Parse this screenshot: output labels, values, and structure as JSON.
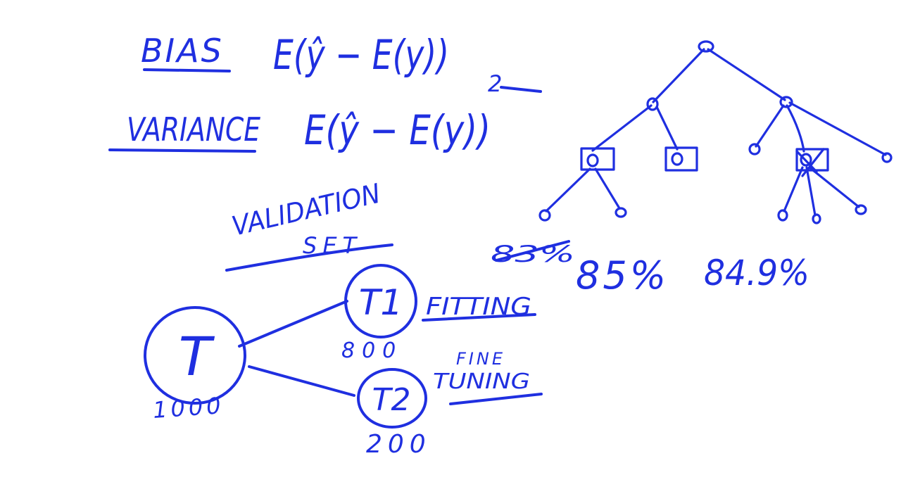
{
  "ink_color": "#1f2fe0",
  "background": "#ffffff",
  "formulas": {
    "bias_label": "BIAS",
    "bias_expr": "E(ŷ − E(y))",
    "variance_label": "VARIANCE",
    "variance_expr": "E(ŷ − E(y))",
    "variance_power": "2"
  },
  "validation": {
    "label_line1": "VALIDATION",
    "label_line2": "SET"
  },
  "split": {
    "total_label": "T",
    "total_count": "1000",
    "train_label": "T1",
    "train_count": "800",
    "train_purpose": "FITTING",
    "tune_label": "T2",
    "tune_count": "200",
    "tune_purpose_line1": "FINE",
    "tune_purpose_line2": "TUNING"
  },
  "tree": {
    "accuracies": [
      "83%",
      "85%",
      "84.9%"
    ],
    "struck_accuracy_index": 0
  }
}
